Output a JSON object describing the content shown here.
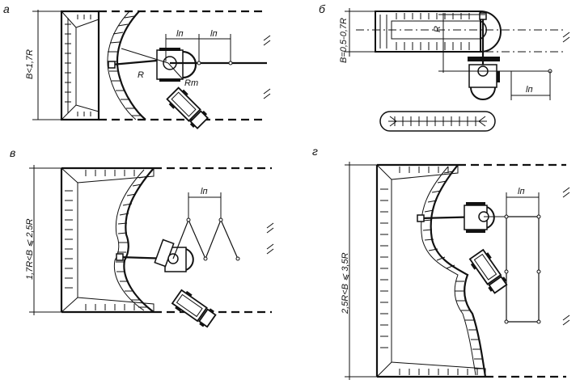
{
  "panels": {
    "a": {
      "letter": "а",
      "width_label": "B<1,7R",
      "radius_label": "R",
      "turn_label": "Rт",
      "step_label_1": "lп",
      "step_label_2": "lп"
    },
    "b": {
      "letter": "б",
      "width_label": "B=0,5-0,7R",
      "radius_label": "R",
      "step_label": "lп"
    },
    "c": {
      "letter": "в",
      "width_label": "1,7R<B ⩽ 2,5R",
      "step_label": "lп"
    },
    "d": {
      "letter": "г",
      "width_label": "2,5R<B ⩽ 3,5R",
      "step_label": "lп"
    }
  }
}
